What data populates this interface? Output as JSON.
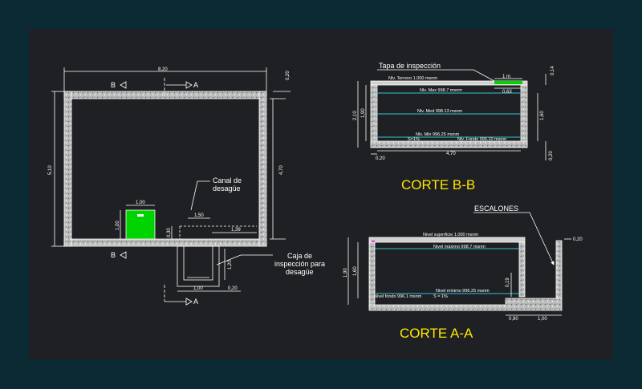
{
  "colors": {
    "frame": "#0c2a33",
    "canvas": "#1e2023",
    "wall": "#e6e6e6",
    "line": "#ffffff",
    "water": "#37c4d0",
    "title": "#ffe600",
    "green": "#00d400",
    "magenta": "#e000e0"
  },
  "plan": {
    "section_b": "B",
    "section_a": "A",
    "dims": {
      "total_width": "8,20",
      "wall_top": "0,20",
      "total_height": "5,10",
      "inner_height": "4,70",
      "green_width": "1,00",
      "green_height": "1,00",
      "canal_len": "1,50",
      "canal_len2": "1,39",
      "box_offset": "0,30",
      "box_depth": "1,20",
      "box_width": "1,00",
      "box_wall": "0,20"
    },
    "labels": {
      "canal_line1": "Canal de",
      "canal_line2": "desagüe",
      "caja_line1": "Caja de",
      "caja_line2": "inspección para",
      "caja_line3": "desagüe"
    }
  },
  "corte_bb": {
    "title": "CORTE B-B",
    "tapa": "Tapa de inspección",
    "levels": {
      "terreno": "Nlv. Terreno 1.000 msnm",
      "max": "Nlv. Max 998.7 msnm",
      "med": "Nlv. Med 998.13 msnm",
      "min": "Nlv. Min 996.25 msnm",
      "fondo": "Nlv. Fondo 996.10 msnm",
      "slope": "S=1%"
    },
    "dims": {
      "total_h": "2,10",
      "inner_h": "1,90",
      "tapa_w": "1 m",
      "top_thk": "0,14",
      "free_h": "0,63",
      "depth_r": "1,60",
      "bottom": "0,20",
      "bottom_r": "0,20",
      "inner_w": "4,70"
    }
  },
  "corte_aa": {
    "title": "CORTE A-A",
    "escalones": "ESCALONES",
    "levels": {
      "superficie": "Nivel superficie 1.000 msnm",
      "maximo": "Nivel máximo 998.7 msnm",
      "minimo": "Nivel mínimo 996.25 msnm",
      "fondo": "Nivel fondo 996.1 msnm",
      "slope": "S = 1%"
    },
    "dims": {
      "wall_r": "0,20",
      "total_h": "1,90",
      "inner_h": "1,60",
      "step_h": "0,19",
      "step_w": "0,90",
      "right_w": "1,00"
    }
  }
}
